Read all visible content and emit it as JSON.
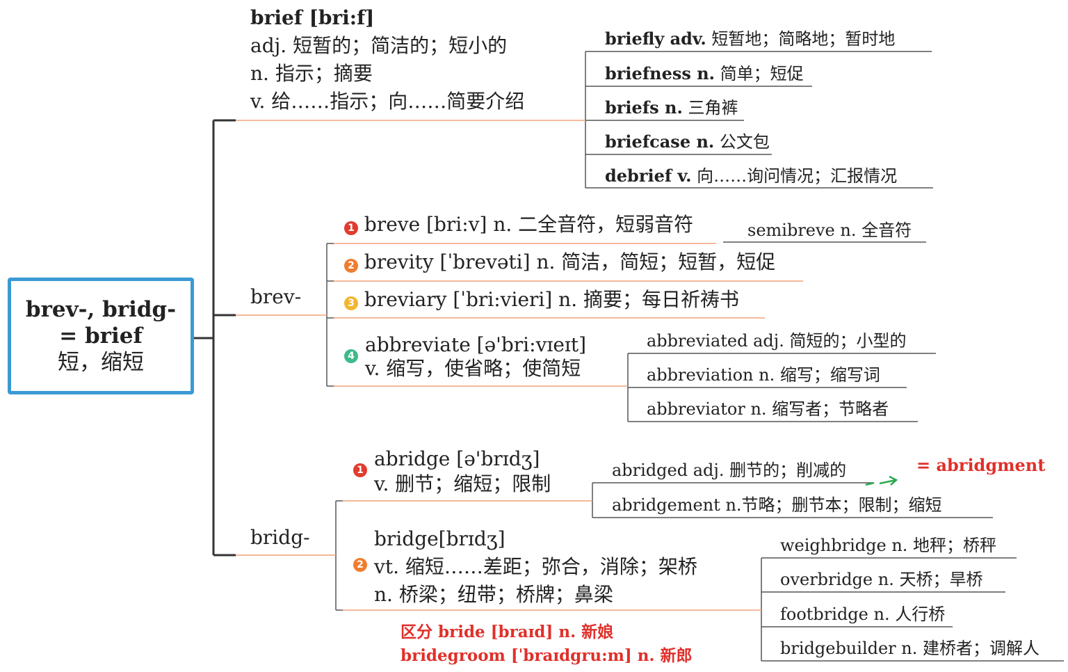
{
  "root": {
    "line1": "brev-, bridg-",
    "line2": "= brief",
    "line3": "短，缩短"
  },
  "brief": {
    "lines": [
      "brief [bri:f]",
      "adj. 短暂的；简洁的；短小的",
      "n. 指示；摘要",
      "v. 给……指示；向……简要介绍"
    ],
    "derivatives": [
      {
        "word": "briefly adv.",
        "meaning": "短暂地；简略地；暂时地"
      },
      {
        "word": "briefness n.",
        "meaning": "简单；短促"
      },
      {
        "word": "briefs n.",
        "meaning": "三角裤"
      },
      {
        "word": "briefcase n.",
        "meaning": "公文包"
      },
      {
        "word": "debrief v.",
        "meaning": "向……询问情况；汇报情况"
      }
    ]
  },
  "brev": {
    "label": "brev-",
    "items": [
      {
        "num": "1",
        "color": "#e23b2e",
        "text": "breve [bri:v] n. 二全音符，短弱音符"
      },
      {
        "num": "2",
        "color": "#ef7d2f",
        "text": "brevity [ˈbrevəti] n. 简洁，简短；短暂，短促"
      },
      {
        "num": "3",
        "color": "#f1b52f",
        "text": "breviary [ˈbri:vieri] n. 摘要；每日祈祷书"
      },
      {
        "num": "4",
        "color": "#3dbb8a",
        "line1": "abbreviate [ə'bri:vɪeɪt]",
        "line2": "v. 缩写，使省略；使简短"
      }
    ],
    "semibreve": "semibreve n. 全音符",
    "abbreviate_derivatives": [
      "abbreviated adj. 简短的；小型的",
      "abbreviation n. 缩写；缩写词",
      "abbreviator n. 缩写者；节略者"
    ]
  },
  "bridg": {
    "label": "bridg-",
    "abridge": {
      "num": "1",
      "color": "#e23b2e",
      "line1": "abridge [ə'brɪdʒ]",
      "line2": "v. 删节；缩短；限制"
    },
    "abridge_derivatives": [
      "abridged adj. 删节的；削减的",
      "abridgement n.节略；删节本；限制；缩短"
    ],
    "abridgment_note": "= abridgment",
    "bridge": {
      "num": "2",
      "color": "#ef7d2f",
      "line1": "bridge[brɪdʒ]",
      "line2": "vt. 缩短……差距；弥合，消除；架桥",
      "line3": "n. 桥梁；纽带；桥牌；鼻梁"
    },
    "bridge_derivatives": [
      "weighbridge n. 地秤；桥秤",
      "overbridge n. 天桥；旱桥",
      "footbridge n. 人行桥",
      "bridgebuilder n. 建桥者；调解人"
    ],
    "note_line1": "区分 bride [braɪd] n. 新娘",
    "note_line2": "bridegroom [ˈbraɪdgru:m] n. 新郎"
  },
  "colors": {
    "accent": "#3b9ad6",
    "underline": "#f0a27a",
    "note": "#e0302a",
    "arrow": "#2aa84f"
  }
}
